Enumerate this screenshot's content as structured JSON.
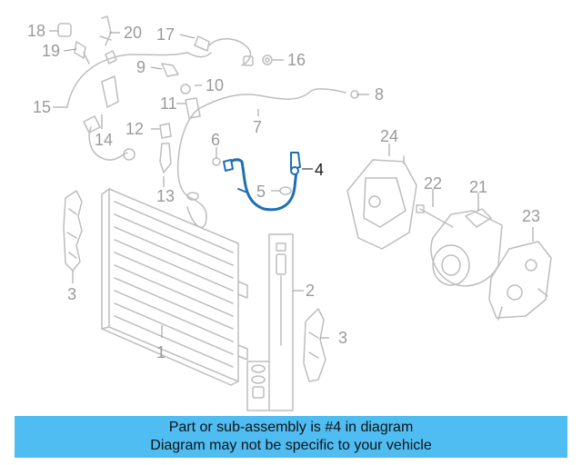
{
  "callouts": {
    "c1": "1",
    "c2": "2",
    "c3a": "3",
    "c3b": "3",
    "c4": "4",
    "c5": "5",
    "c6": "6",
    "c7": "7",
    "c8": "8",
    "c9": "9",
    "c10": "10",
    "c11": "11",
    "c12": "12",
    "c13": "13",
    "c14": "14",
    "c15": "15",
    "c16": "16",
    "c17": "17",
    "c18": "18",
    "c19": "19",
    "c20": "20",
    "c21": "21",
    "c22": "22",
    "c23": "23",
    "c24": "24"
  },
  "highlight_part": "4",
  "colors": {
    "part_gray": "#bdbdbd",
    "label_gray": "#9a9a9a",
    "highlight": "#1e6fb4",
    "banner": "#4fbdf2"
  },
  "banner": {
    "line1": "Part or sub-assembly is #4 in diagram",
    "line2": "Diagram may not be specific to your vehicle"
  }
}
